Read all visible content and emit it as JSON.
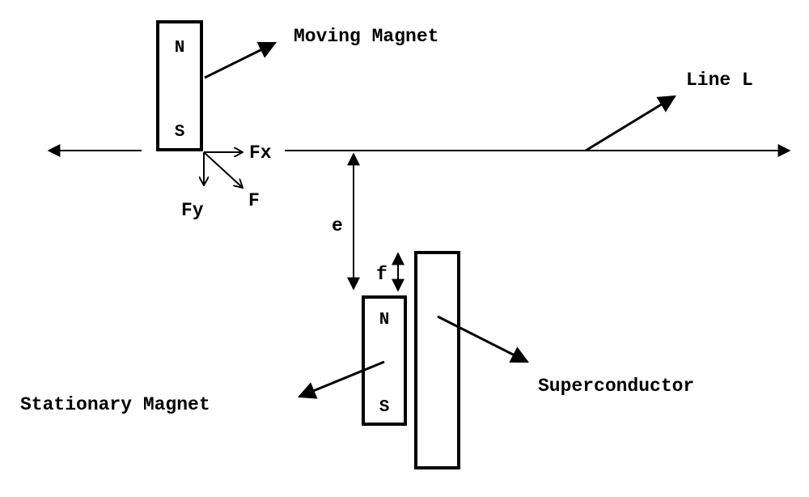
{
  "labels": {
    "moving_magnet": "Moving Magnet",
    "line_l": "Line L",
    "stationary_magnet": "Stationary Magnet",
    "superconductor": "Superconductor",
    "fx": "Fx",
    "fy": "Fy",
    "f": "F",
    "e": "e",
    "f_gap": "f"
  },
  "moving_magnet": {
    "north": "N",
    "south": "S"
  },
  "stationary_magnet": {
    "north": "N",
    "south": "S"
  },
  "colors": {
    "stroke": "#000000",
    "background": "#ffffff"
  }
}
